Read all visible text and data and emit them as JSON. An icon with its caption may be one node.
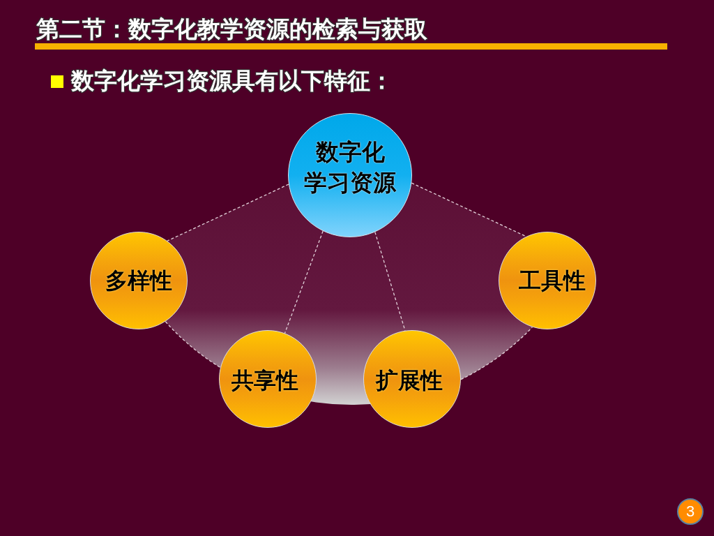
{
  "diagram": {
    "title": "第二节：数字化教学资源的检索与获取",
    "nodes": [
      {
        "text": [
          "数字化学习资源"
        ]
      },
      {
        "text": [
          "多样性"
        ]
      },
      {
        "text": [
          "工具性"
        ]
      },
      {
        "text": [
          "共享性"
        ]
      },
      {
        "text": [
          "扩展性"
        ]
      },
      {
        "text": [
          "3"
        ]
      }
    ],
    "edges": [
      {
        "from": 0,
        "to": 1,
        "arrow": "none",
        "style": "dashed"
      },
      {
        "from": 0,
        "to": 3,
        "arrow": "none",
        "style": "dashed"
      },
      {
        "from": 0,
        "to": 4,
        "arrow": "none",
        "style": "dashed"
      },
      {
        "from": 0,
        "to": 2,
        "arrow": "none",
        "style": "dashed"
      },
      {
        "from": 1,
        "to": 3,
        "arrow": "none",
        "style": "dashed"
      },
      {
        "from": 4,
        "to": 2,
        "arrow": "none",
        "style": "dashed"
      }
    ],
    "labels": [
      "数字化学习资源具有以下特征："
    ]
  }
}
